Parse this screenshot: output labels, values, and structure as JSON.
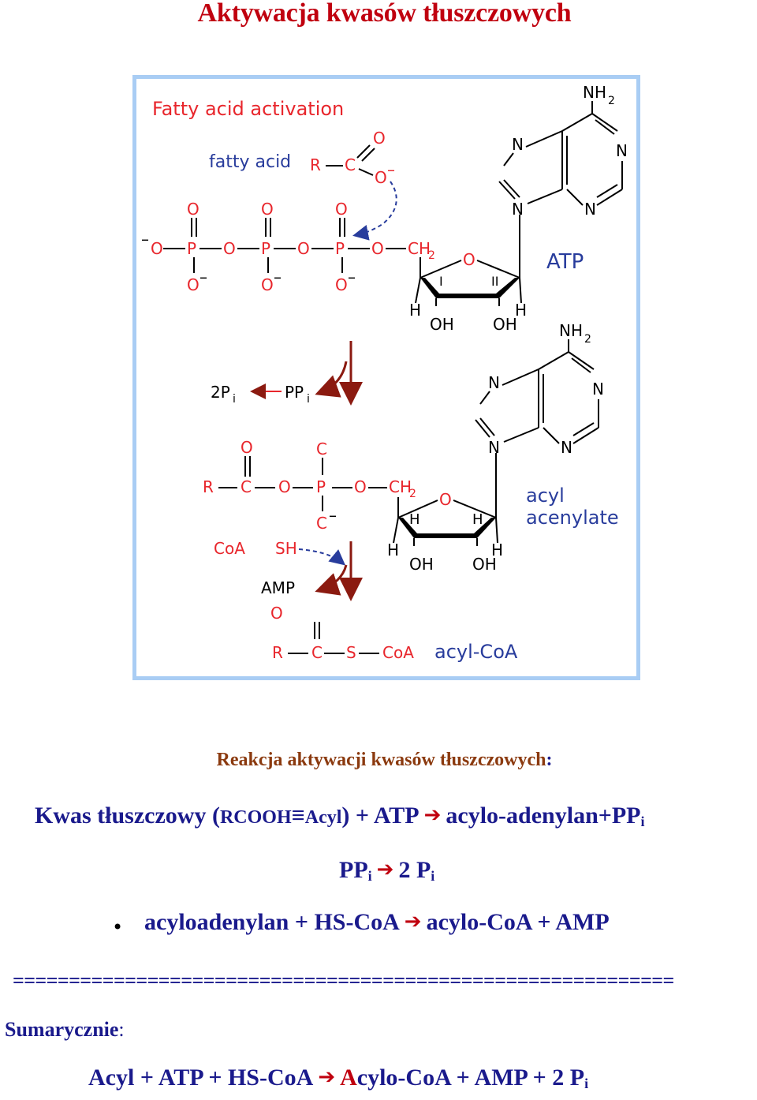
{
  "page": {
    "title": "Aktywacja kwasów tłuszczowych"
  },
  "figure": {
    "heading": "Fatty acid activation",
    "fatty_acid_label": "fatty acid",
    "atp_label": "ATP",
    "acyl_adenylate_label": [
      "acyl",
      "acenylate"
    ],
    "acyl_coa_label": "acyl-CoA",
    "atoms": {
      "R": "R",
      "C": "C",
      "O": "O",
      "O_minus": "O⁻",
      "minus": "–",
      "P": "P",
      "CH2": "CH",
      "CH2_sub": "2",
      "N": "N",
      "NH2": "NH",
      "NH2_sub": "2",
      "H": "H",
      "OH": "OH",
      "S": "S",
      "CoA": "CoA",
      "SH": "SH",
      "ring_I": "I",
      "ring_II": "II",
      "ring_H": "H"
    },
    "products": {
      "two_pi": "2P",
      "two_pi_sub": "i",
      "ppi": "PP",
      "ppi_sub": "i",
      "amp": "AMP"
    },
    "colors": {
      "text_red": "#e8262c",
      "text_blue": "#283c9c",
      "arrow_dark": "#8b1a10",
      "bond": "#000000",
      "border": "#a9cdf4"
    }
  },
  "text": {
    "reaction_heading": "Reakcja aktywacji kwasów tłuszczowych",
    "reaction_heading_colon": ":",
    "eq1": {
      "part1": "Kwas tłuszczowy (",
      "rcooh": "RCOOH",
      "triple": "≡",
      "acyl": "Acyl",
      "part2": ") + ATP",
      "arrow": "➔",
      "right": "acylo-adenylan+PP",
      "right_sub": "i"
    },
    "eq2": {
      "left": "PP",
      "left_sub": "i",
      "arrow": "➔",
      "right": "2 P",
      "right_sub": "i"
    },
    "eq3": {
      "bullet": "•",
      "left": "acyloadenylan + HS-CoA",
      "arrow": "➔",
      "right": "acylo-CoA + AMP"
    },
    "separator": "===========================================================",
    "summary_label": "Sumarycznie",
    "summary_colon": ":",
    "eq4": {
      "left": "Acyl + ATP + HS-CoA",
      "arrow": "➔",
      "right_first": "A",
      "right_rest": "cylo-CoA + AMP +  2 P",
      "right_sub": "i"
    }
  }
}
